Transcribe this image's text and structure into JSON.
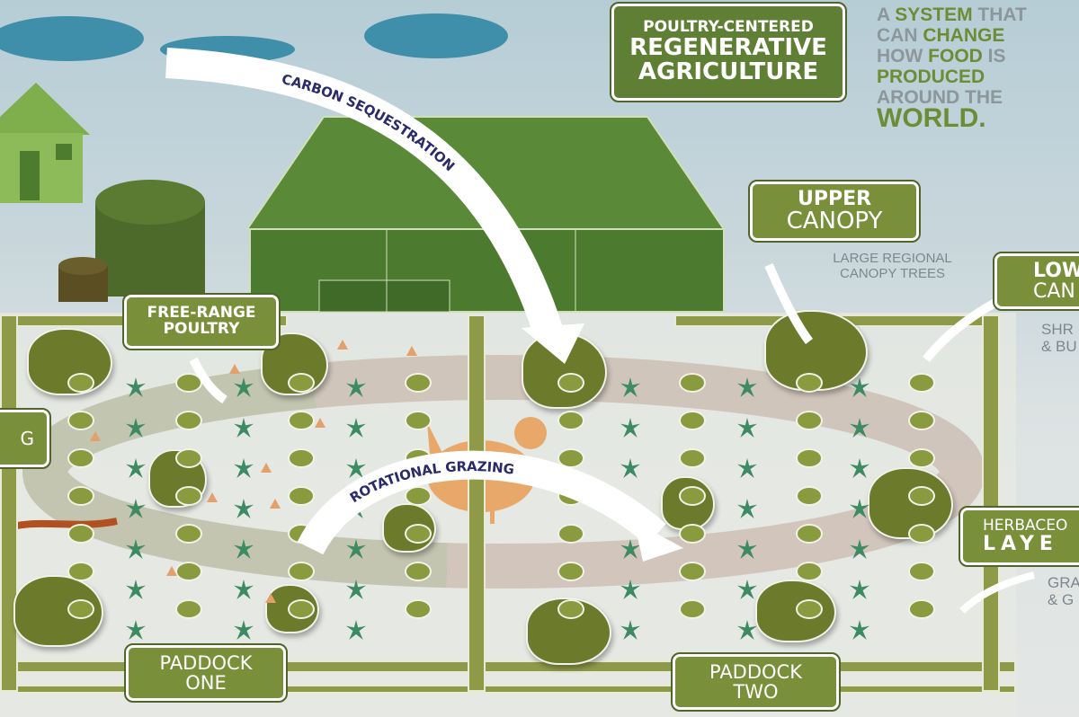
{
  "title": {
    "line1": "POULTRY-CENTERED",
    "line2": "REGENERATIVE",
    "line3": "AGRICULTURE"
  },
  "tagline": {
    "l1a": "A ",
    "l1b": "SYSTEM",
    "l1c": " THAT",
    "l2a": "CAN ",
    "l2b": "CHANGE",
    "l3a": "HOW ",
    "l3b": "FOOD",
    "l3c": " IS",
    "l4": "PRODUCED",
    "l5": "AROUND THE",
    "l6": "WORLD."
  },
  "arrows": {
    "carbon": "CARBON SEQUESTRATION",
    "grazing": "ROTATIONAL GRAZING"
  },
  "labels": {
    "free_range": [
      "FREE-RANGE",
      "POULTRY"
    ],
    "upper_canopy": [
      "UPPER",
      "CANOPY"
    ],
    "upper_canopy_note": [
      "LARGE REGIONAL",
      "CANOPY TREES"
    ],
    "lower_canopy": [
      "LOW",
      "CAN"
    ],
    "lower_canopy_note": [
      "SHR",
      "& BU"
    ],
    "herbaceous": [
      "HERBACEO",
      "LAYE"
    ],
    "herbaceous_note": [
      "GRA",
      "& G"
    ],
    "left_partial": "G",
    "paddock_one": [
      "PADDOCK",
      "ONE"
    ],
    "paddock_two": [
      "PADDOCK",
      "TWO"
    ]
  },
  "colors": {
    "green": "#7a8f3a",
    "barn": "#557c33",
    "cloud": "#3f8eaa",
    "chicken": "#e8a86a"
  }
}
